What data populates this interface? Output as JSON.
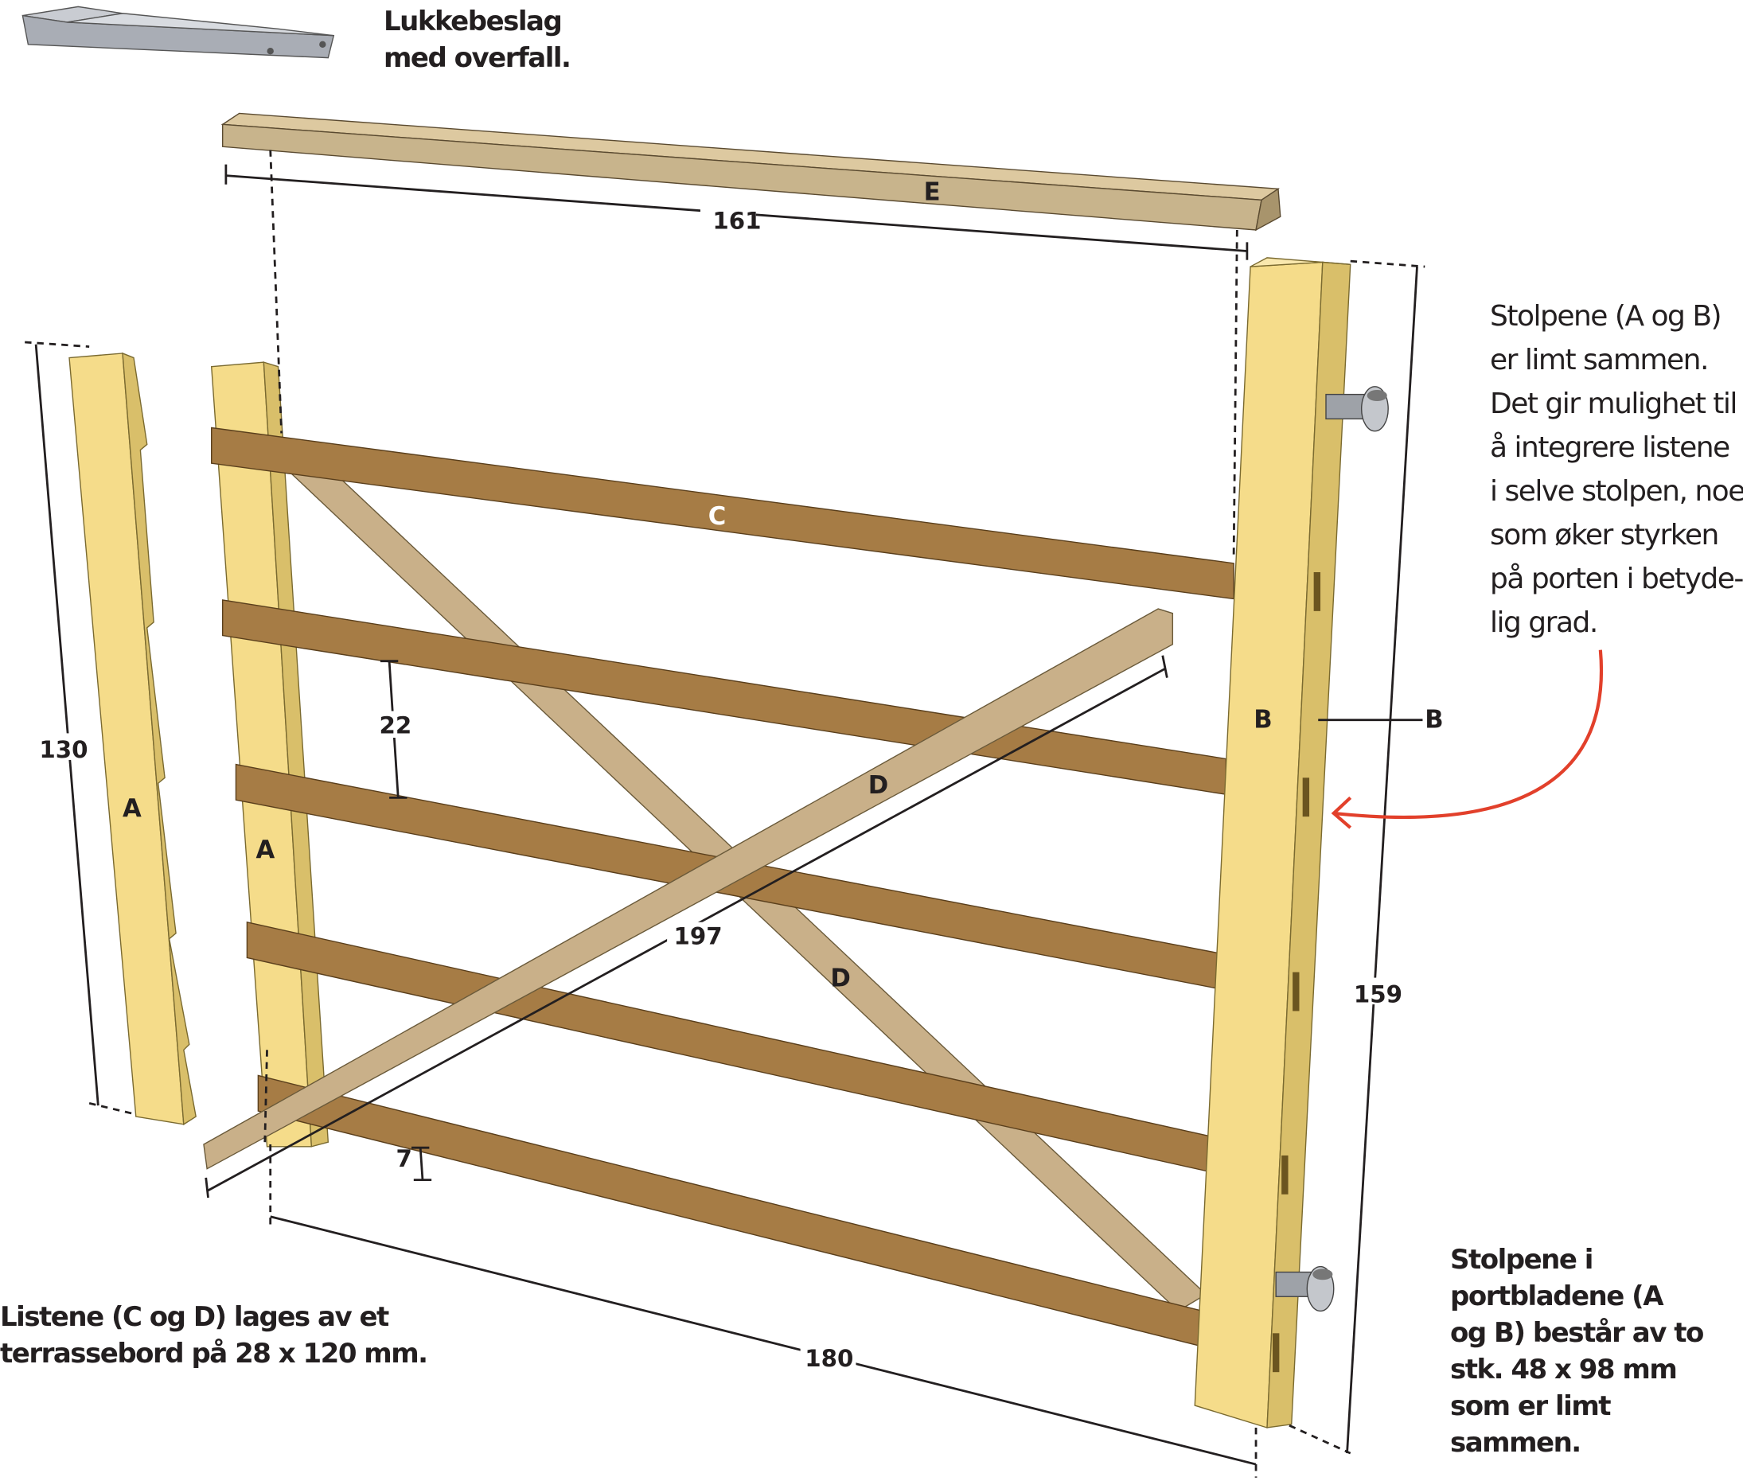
{
  "title_hardware": [
    "Lukkebeslag",
    "med overfall."
  ],
  "side_note": [
    "Stolpene (A og B)",
    "er limt sammen.",
    "Det gir mulighet til",
    "å integrere listene",
    "i selve stolpen, noe",
    "som øker styrken",
    "på porten i betyde-",
    "lig grad."
  ],
  "caption_left": [
    "Listene (C og D) lages av et",
    "terrassebord på 28 x 120 mm."
  ],
  "caption_right": [
    "Stolpene i",
    "portbladene (A",
    "og B) består av to",
    "stk. 48 x 98 mm",
    "som er limt",
    "sammen."
  ],
  "part_labels": {
    "A_separate": "A",
    "A_post": "A",
    "B_post": "B",
    "B_callout": "B",
    "C": "C",
    "D_front": "D",
    "D_back": "D",
    "E": "E"
  },
  "dimensions": {
    "top_board": "161",
    "post_A": "130",
    "post_B": "159",
    "rail_gap": "22",
    "bottom_offset": "7",
    "width": "180",
    "diagonal": "197"
  },
  "colors": {
    "post": "#f5dc8a",
    "post_side": "#d9bf6a",
    "rail": "#a67c45",
    "brace": "#c9b089",
    "board": "#c8b48c",
    "arrow": "#e2402b",
    "line": "#231f20"
  }
}
